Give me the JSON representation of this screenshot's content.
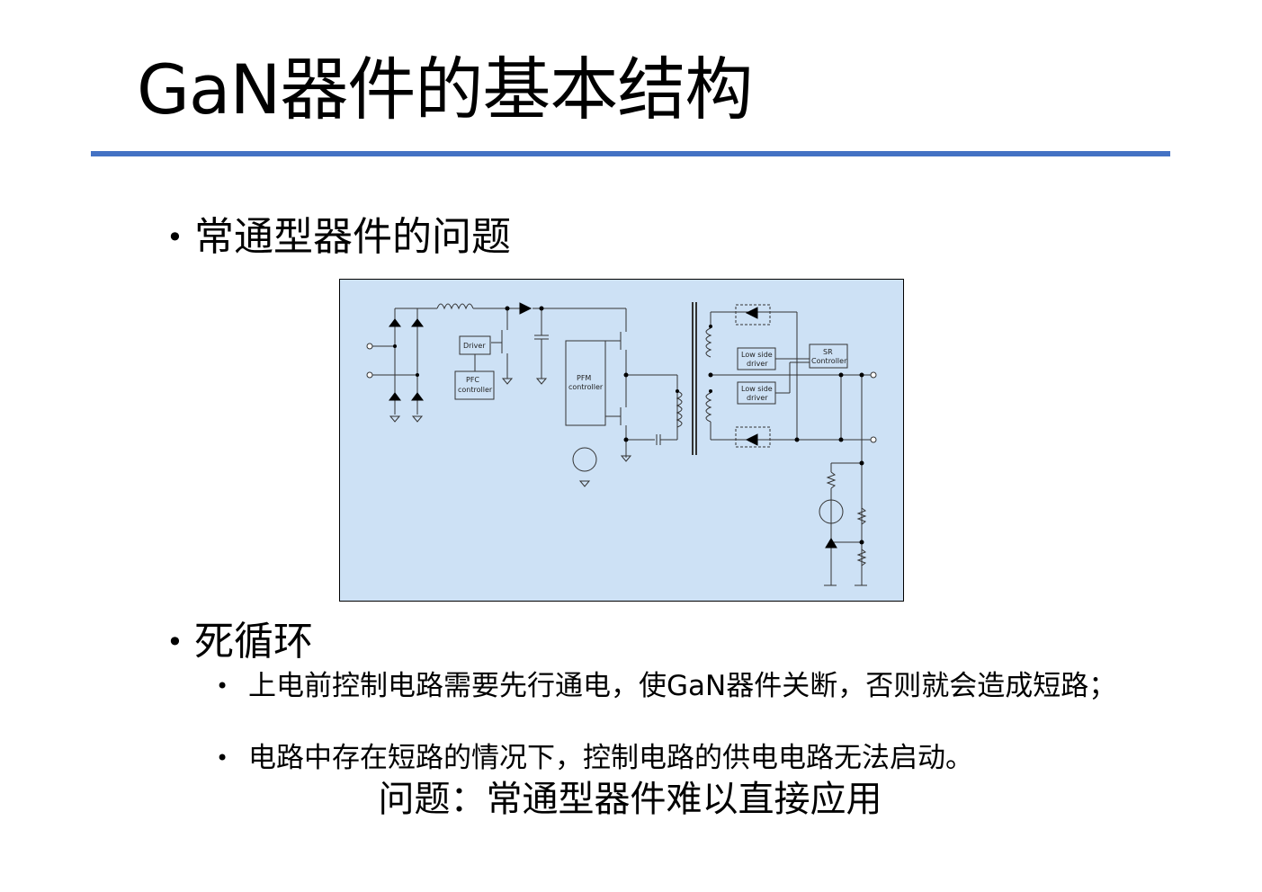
{
  "slide": {
    "title": "GaN器件的基本结构",
    "bullet_symbol": "•",
    "bullets": [
      {
        "text": "常通型器件的问题"
      },
      {
        "text": "死循环"
      }
    ],
    "sub_bullets": [
      {
        "text": "上电前控制电路需要先行通电，使GaN器件关断，否则就会造成短路；"
      },
      {
        "text": "电路中存在短路的情况下，控制电路的供电电路无法启动。"
      }
    ],
    "conclusion": "问题：常通型器件难以直接应用",
    "accent_color": "#4472c4",
    "figure_background": "#cde1f5"
  },
  "circuit_labels": {
    "driver": "Driver",
    "pfc": [
      "PFC",
      "controller"
    ],
    "pfm": [
      "PFM",
      "controller"
    ],
    "low_side_1": [
      "Low side",
      "driver"
    ],
    "low_side_2": [
      "Low side",
      "driver"
    ],
    "sr": [
      "SR",
      "Controller"
    ]
  }
}
